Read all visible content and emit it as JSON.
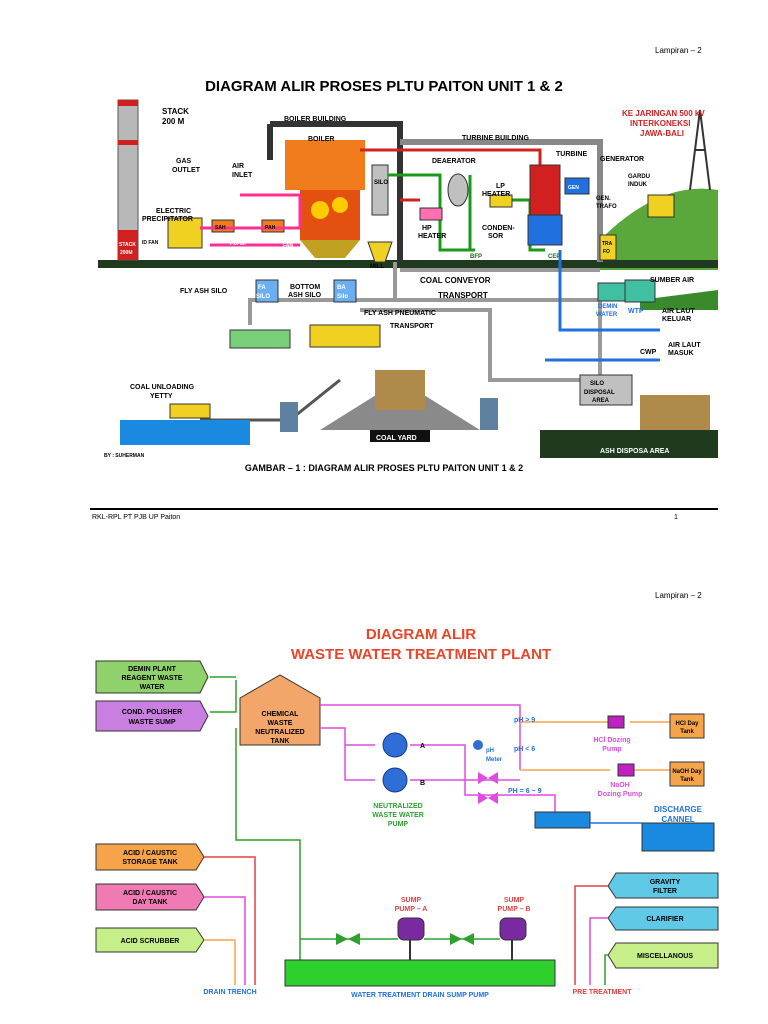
{
  "page1": {
    "lampiran": "Lampiran – 2",
    "title": "DIAGRAM ALIR PROSES PLTU PAITON UNIT 1 & 2",
    "caption": "GAMBAR – 1 : DIAGRAM ALIR PROSES PLTU PAITON UNIT 1 & 2",
    "footer_left": "RKL-RPL PT PJB UP Paiton",
    "footer_page": "1",
    "credit": "BY : SUHERMAN",
    "labels": {
      "stack": "STACK",
      "stack_height": "200 M",
      "boiler_building": "BOILER BUILDING",
      "boiler": "BOILER",
      "turbine_building": "TURBINE BUILDING",
      "gas_outlet": "GAS",
      "gas_outlet2": "OUTLET",
      "air_inlet": "AIR",
      "air_inlet2": "INLET",
      "deaerator": "DEAERATOR",
      "turbine": "TURBINE",
      "generator": "GENERATOR",
      "jaringan": "KE JARINGAN 500 kV",
      "interkoneksi": "INTERKONEKSI",
      "jawa_bali": "JAWA-BALI",
      "gardu": "GARDU",
      "induk": "INDUK",
      "gen_trafo": "GEN.",
      "gen_trafo2": "TRAFO",
      "lp_heater": "LP",
      "lp_heater2": "HEATER",
      "hp_heater": "HP",
      "hp_heater2": "HEATER",
      "condensor": "CONDEN-",
      "condensor2": "SOR",
      "electric": "ELECTRIC",
      "precipitator": "PRECIPITATOR",
      "silo": "SILO",
      "mill": "MILL",
      "bfp": "BFP",
      "cep": "CEP",
      "coal_conveyor": "COAL CONVEYOR",
      "transport": "TRANSPORT",
      "sumber_air": "SUMBER AIR",
      "fly_ash_silo": "FLY ASH SILO",
      "bottom_ash_silo": "BOTTOM",
      "bottom_ash_silo2": "ASH SILO",
      "fly_ash_pneumatic": "FLY ASH PNEUMATIC",
      "pneumatic_transport": "TRANSPORT",
      "demin_water": "DEMIN",
      "demin_water2": "WATER",
      "wtp": "WTP",
      "air_laut_keluar": "AIR LAUT",
      "air_laut_keluar2": "KELUAR",
      "air_laut_masuk": "AIR LAUT",
      "air_laut_masuk2": "MASUK",
      "cwp": "CWP",
      "coal_unloading": "COAL UNLOADING",
      "jetty": "YETTY",
      "coal_yard": "COAL YARD",
      "silo_disposal": "SILO",
      "disposal": "DISPOSAL",
      "area": "AREA",
      "ash_disposal_area": "ASH DISPOSA AREA",
      "fa_silo": "FA",
      "fa_silo2": "SILO",
      "ba_silo": "BA",
      "ba_silo2": "Silo",
      "id_fan": "ID FAN",
      "pdfan": "PDFan",
      "pa_fan": "PA",
      "pa_fan2": "FAN",
      "sah": "SAH",
      "pah": "PAH",
      "stack_label": "STACK",
      "stack_label2": "200M",
      "gen": "GEN",
      "trafo_box": "TRA",
      "trafo_box2": "FO"
    }
  },
  "page2": {
    "lampiran": "Lampiran – 2",
    "title": "DIAGRAM ALIR",
    "subtitle": "WASTE WATER TREATMENT PLANT",
    "inputs": {
      "demin_plant": [
        "DEMIN PLANT",
        "REAGENT WASTE",
        "WATER"
      ],
      "cond_polisher": [
        "COND. POLISHER",
        "WASTE SUMP"
      ],
      "acid_storage": [
        "ACID / CAUSTIC",
        "STORAGE TANK"
      ],
      "acid_day": [
        "ACID / CAUSTIC",
        "DAY TANK"
      ],
      "acid_scrubber": [
        "ACID SCRUBBER"
      ]
    },
    "chemical_tank": [
      "CHEMICAL",
      "WASTE",
      "NEUTRALIZED",
      "TANK"
    ],
    "pump_a": "A",
    "pump_b": "B",
    "neutralized_pump": [
      "NEUTRALIZED",
      "WASTE WATER",
      "PUMP"
    ],
    "ph_meter": [
      "pH",
      "Meter"
    ],
    "ph_gt": "pH > 9",
    "ph_lt": "pH < 6",
    "ph_range": "PH = 6 ~ 9",
    "hcl_pump": [
      "HCl Dozing",
      "Pump"
    ],
    "naoh_pump": [
      "NaOH",
      "Dozing Pump"
    ],
    "hcl_tank": [
      "HCl Day",
      "Tank"
    ],
    "naoh_tank": [
      "NaOH Day",
      "Tank"
    ],
    "discharge": [
      "DISCHARGE",
      "CANNEL"
    ],
    "right_boxes": {
      "gravity": [
        "GRAVITY",
        "FILTER"
      ],
      "clarifier": "CLARIFIER",
      "misc": "MISCELLANOUS"
    },
    "sump_a": [
      "SUMP",
      "PUMP – A"
    ],
    "sump_b": [
      "SUMP",
      "PUMP – B"
    ],
    "drain_trench": "DRAIN TRENCH",
    "sump_pump": "WATER TREATMENT DRAIN SUMP PUMP",
    "pre_treatment": "PRE TREATMENT",
    "colors": {
      "title_red": "#e8452a",
      "green_box": "#8fd16a",
      "purple_box": "#c87fe0",
      "orange_box": "#f5a44a",
      "pink_box": "#f07ab4",
      "light_green_box": "#c6ef8a",
      "cyan_box": "#5fc9e6",
      "sump_green": "#2ed02e"
    }
  }
}
